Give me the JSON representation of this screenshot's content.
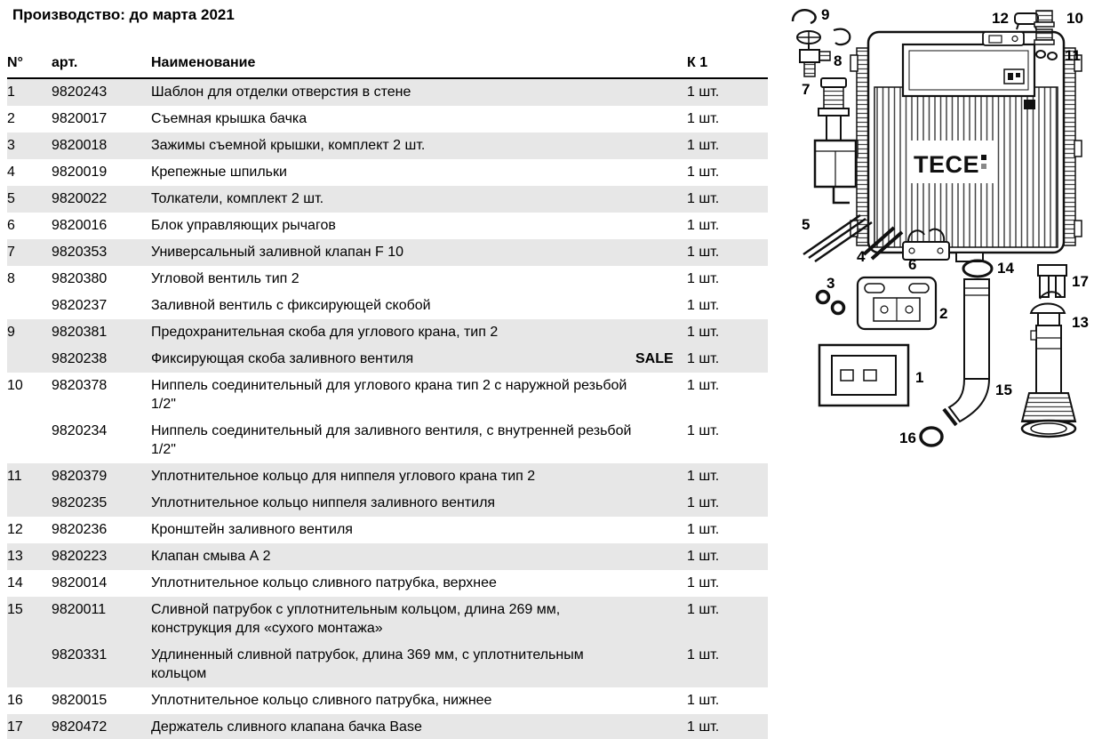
{
  "page": {
    "title": "Производство: до марта 2021"
  },
  "table": {
    "headers": {
      "num": "N°",
      "art": "арт.",
      "name": "Наименование",
      "qty": "К 1"
    },
    "rows": [
      {
        "num": "1",
        "art": "9820243",
        "name": "Шаблон для отделки отверстия в стене",
        "qty": "1 шт.",
        "shaded": true
      },
      {
        "num": "2",
        "art": "9820017",
        "name": "Съемная крышка бачка",
        "qty": "1 шт.",
        "shaded": false
      },
      {
        "num": "3",
        "art": "9820018",
        "name": "Зажимы съемной крышки, комплект 2 шт.",
        "qty": "1 шт.",
        "shaded": true
      },
      {
        "num": "4",
        "art": "9820019",
        "name": "Крепежные шпильки",
        "qty": "1 шт.",
        "shaded": false
      },
      {
        "num": "5",
        "art": "9820022",
        "name": "Толкатели, комплект 2 шт.",
        "qty": "1 шт.",
        "shaded": true
      },
      {
        "num": "6",
        "art": "9820016",
        "name": "Блок управляющих рычагов",
        "qty": "1 шт.",
        "shaded": false
      },
      {
        "num": "7",
        "art": "9820353",
        "name": "Универсальный заливной клапан F 10",
        "qty": "1 шт.",
        "shaded": true
      },
      {
        "num": "8",
        "art": "9820380",
        "name": "Угловой вентиль тип 2",
        "qty": "1 шт.",
        "shaded": false
      },
      {
        "num": "",
        "art": "9820237",
        "name": "Заливной вентиль с фиксирующей скобой",
        "qty": "1 шт.",
        "shaded": false
      },
      {
        "num": "9",
        "art": "9820381",
        "name": "Предохранительная скоба для углового крана, тип 2",
        "qty": "1 шт.",
        "shaded": true
      },
      {
        "num": "",
        "art": "9820238",
        "name": "Фиксирующая скоба заливного вентиля",
        "sale": "SALE",
        "qty": "1 шт.",
        "shaded": true
      },
      {
        "num": "10",
        "art": "9820378",
        "name": "Ниппель соединительный для углового крана тип 2 с наружной резьбой 1/2\"",
        "qty": "1 шт.",
        "shaded": false
      },
      {
        "num": "",
        "art": "9820234",
        "name": "Ниппель соединительный для заливного вентиля, с внутренней резьбой 1/2\"",
        "qty": "1 шт.",
        "shaded": false
      },
      {
        "num": "11",
        "art": "9820379",
        "name": "Уплотнительное кольцо для ниппеля углового крана тип 2",
        "qty": "1 шт.",
        "shaded": true
      },
      {
        "num": "",
        "art": "9820235",
        "name": "Уплотнительное кольцо ниппеля заливного вентиля",
        "qty": "1 шт.",
        "shaded": true
      },
      {
        "num": "12",
        "art": "9820236",
        "name": "Кронштейн заливного вентиля",
        "qty": "1 шт.",
        "shaded": false
      },
      {
        "num": "13",
        "art": "9820223",
        "name": "Клапан смыва А 2",
        "qty": "1 шт.",
        "shaded": true
      },
      {
        "num": "14",
        "art": "9820014",
        "name": "Уплотнительное кольцо сливного патрубка, верхнее",
        "qty": "1 шт.",
        "shaded": false
      },
      {
        "num": "15",
        "art": "9820011",
        "name": "Сливной патрубок с уплотнительным кольцом, длина 269 мм, конструкция для «сухого монтажа»",
        "qty": "1 шт.",
        "shaded": true
      },
      {
        "num": "",
        "art": "9820331",
        "name": "Удлиненный сливной патрубок, длина 369 мм, с уплотнительным кольцом",
        "qty": "1 шт.",
        "shaded": true
      },
      {
        "num": "16",
        "art": "9820015",
        "name": "Уплотнительное кольцо сливного патрубка, нижнее",
        "qty": "1 шт.",
        "shaded": false
      },
      {
        "num": "17",
        "art": "9820472",
        "name": "Держатель сливного клапана бачка Base",
        "qty": "1 шт.",
        "shaded": true
      }
    ]
  },
  "diagram": {
    "brand": "TECE",
    "callouts": {
      "n1": "1",
      "n2": "2",
      "n3": "3",
      "n4": "4",
      "n5": "5",
      "n6": "6",
      "n7": "7",
      "n8": "8",
      "n9": "9",
      "n10": "10",
      "n11": "11",
      "n12": "12",
      "n13": "13",
      "n14": "14",
      "n15": "15",
      "n16": "16",
      "n17": "17"
    }
  },
  "colors": {
    "row_shade": "#e7e7e7",
    "text": "#000000"
  }
}
